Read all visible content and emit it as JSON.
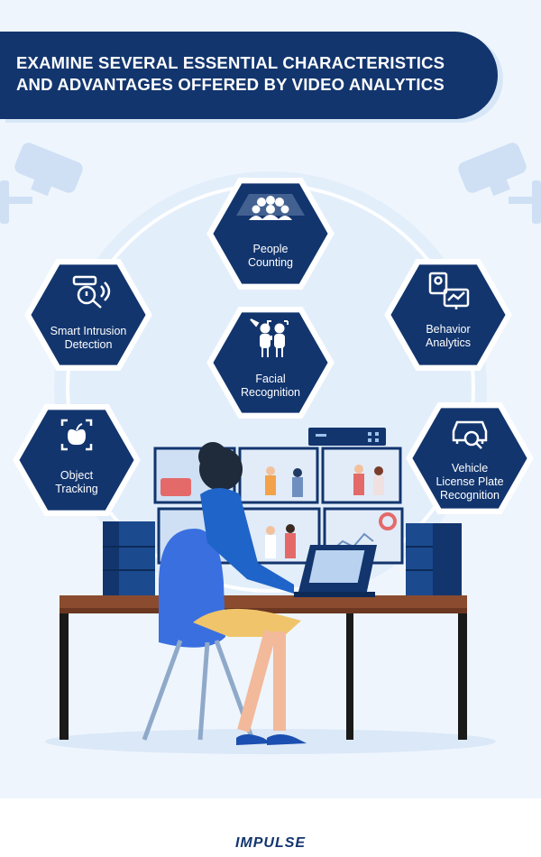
{
  "title": "EXAMINE SEVERAL ESSENTIAL CHARACTERISTICS AND ADVANTAGES OFFERED BY VIDEO ANALYTICS",
  "features": [
    {
      "label_line1": "People",
      "label_line2": "Counting",
      "icon": "crowd-icon"
    },
    {
      "label_line1": "Smart Intrusion",
      "label_line2": "Detection",
      "icon": "intrusion-alert-icon"
    },
    {
      "label_line1": "Behavior",
      "label_line2": "Analytics",
      "icon": "monitor-analytics-icon"
    },
    {
      "label_line1": "Facial",
      "label_line2": "Recognition",
      "icon": "face-scan-icon"
    },
    {
      "label_line1": "Object",
      "label_line2": "Tracking",
      "icon": "apple-focus-icon"
    },
    {
      "label_line1": "Vehicle",
      "label_line2": "License Plate",
      "label_line3": "Recognition",
      "icon": "car-scan-icon"
    }
  ],
  "brand": {
    "name": "IMPULSE",
    "icon": "impulse-logo-icon"
  },
  "colors": {
    "navy": "#12356e",
    "background": "#eef5fd",
    "light_blue": "#cfe2f7",
    "hex_border": "#ffffff"
  }
}
